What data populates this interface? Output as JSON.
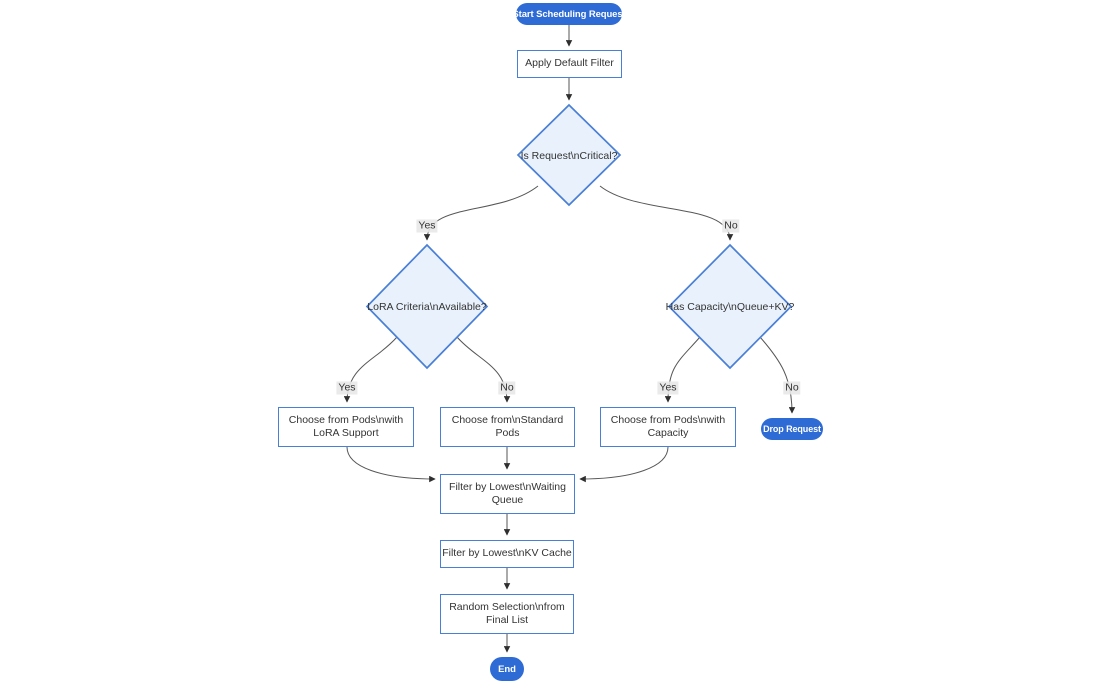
{
  "diagram": {
    "type": "flowchart",
    "nodes": {
      "start": {
        "label": "Start Scheduling Request",
        "shape": "stadium"
      },
      "apply_default_filter": {
        "label": "Apply Default Filter",
        "shape": "rect"
      },
      "is_request_critical": {
        "label": "Is Request\\nCritical?",
        "shape": "diamond"
      },
      "lora_criteria_available": {
        "label": "LoRA Criteria\\nAvailable?",
        "shape": "diamond"
      },
      "has_capacity_queue_kv": {
        "label": "Has Capacity\\nQueue+KV?",
        "shape": "diamond"
      },
      "choose_lora_pods": {
        "lines": [
          "Choose from Pods\\nwith",
          "LoRA Support"
        ],
        "shape": "rect"
      },
      "choose_standard_pods": {
        "lines": [
          "Choose from\\nStandard",
          "Pods"
        ],
        "shape": "rect"
      },
      "choose_capacity_pods": {
        "lines": [
          "Choose from Pods\\nwith",
          "Capacity"
        ],
        "shape": "rect"
      },
      "drop_request": {
        "label": "Drop Request",
        "shape": "stadium"
      },
      "filter_waiting_queue": {
        "lines": [
          "Filter by Lowest\\nWaiting",
          "Queue"
        ],
        "shape": "rect"
      },
      "filter_kv_cache": {
        "label": "Filter by Lowest\\nKV Cache",
        "shape": "rect"
      },
      "random_selection": {
        "lines": [
          "Random Selection\\nfrom",
          "Final List"
        ],
        "shape": "rect"
      },
      "end": {
        "label": "End",
        "shape": "stadium"
      }
    },
    "edge_labels": {
      "critical_yes": "Yes",
      "critical_no": "No",
      "lora_yes": "Yes",
      "lora_no": "No",
      "capacity_yes": "Yes",
      "capacity_no": "No"
    },
    "colors": {
      "accent_fill": "#2e6bd4",
      "node_border": "#4a7fd6",
      "decision_fill": "#e9f2fc",
      "edge_line": "#565656",
      "arrowhead": "#2f2f2f",
      "edge_label_bg": "#e8e8e8",
      "text": "#333333"
    }
  }
}
